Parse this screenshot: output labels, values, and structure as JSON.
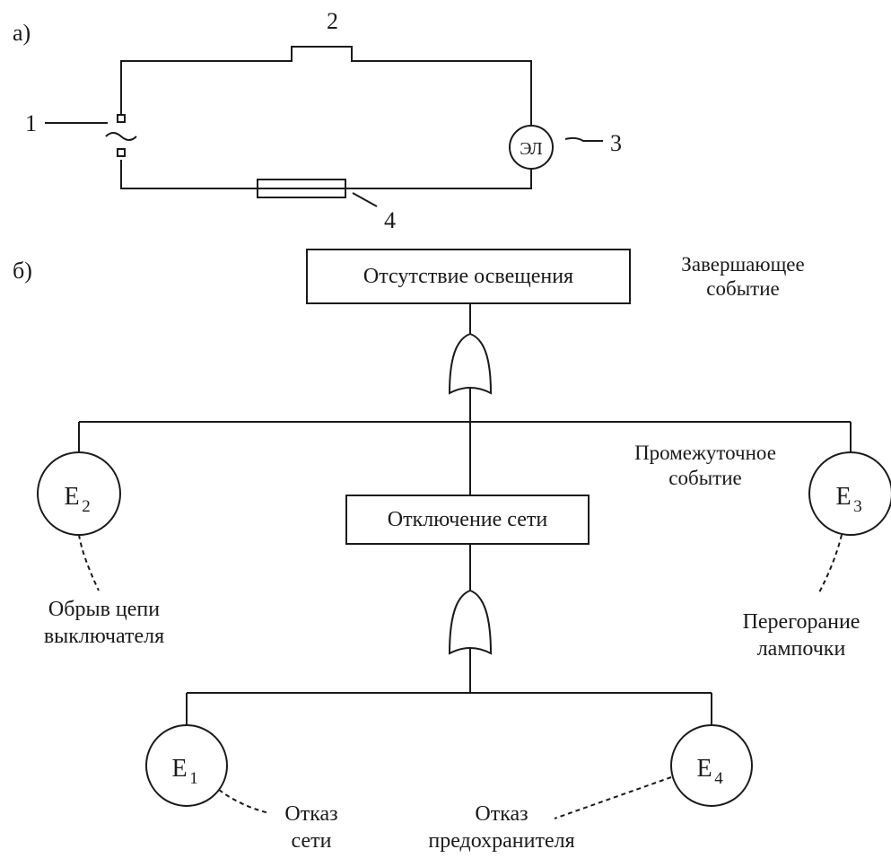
{
  "part_a": {
    "label": "а)",
    "callouts": [
      "1",
      "2",
      "3",
      "4"
    ],
    "lamp_label": "ЭЛ"
  },
  "part_b": {
    "label": "б)",
    "top_event": "Отсутствие освещения",
    "top_event_note": [
      "Завершающее",
      "событие"
    ],
    "intermediate_event": "Отключение сети",
    "intermediate_event_note": [
      "Промежуточное",
      "событие"
    ],
    "events": {
      "e1": {
        "letter": "E",
        "sub": "1",
        "desc": [
          "Отказ",
          "сети"
        ]
      },
      "e2": {
        "letter": "E",
        "sub": "2",
        "desc": [
          "Обрыв цепи",
          "выключателя"
        ]
      },
      "e3": {
        "letter": "E",
        "sub": "3",
        "desc": [
          "Перегорание",
          "лампочки"
        ]
      },
      "e4": {
        "letter": "E",
        "sub": "4",
        "desc": [
          "Отказ",
          "предохранителя"
        ]
      }
    }
  }
}
